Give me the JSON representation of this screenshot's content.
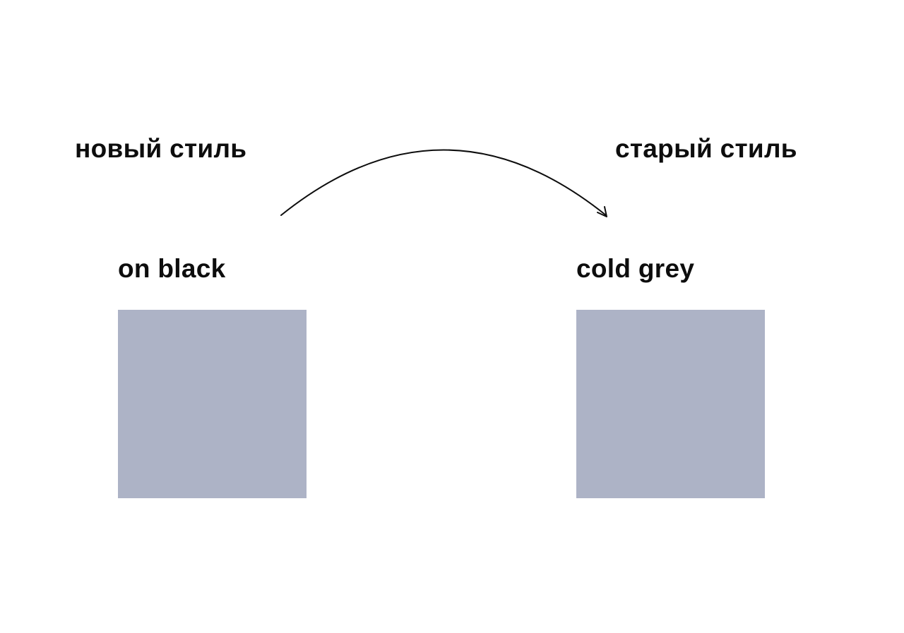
{
  "left": {
    "heading": "новый стиль",
    "swatch_label": "on black",
    "swatch_color": "#adb3c6"
  },
  "right": {
    "heading": "старый стиль",
    "swatch_label": "cold grey",
    "swatch_color": "#adb3c6"
  },
  "arrow_color": "#0d0d0d"
}
